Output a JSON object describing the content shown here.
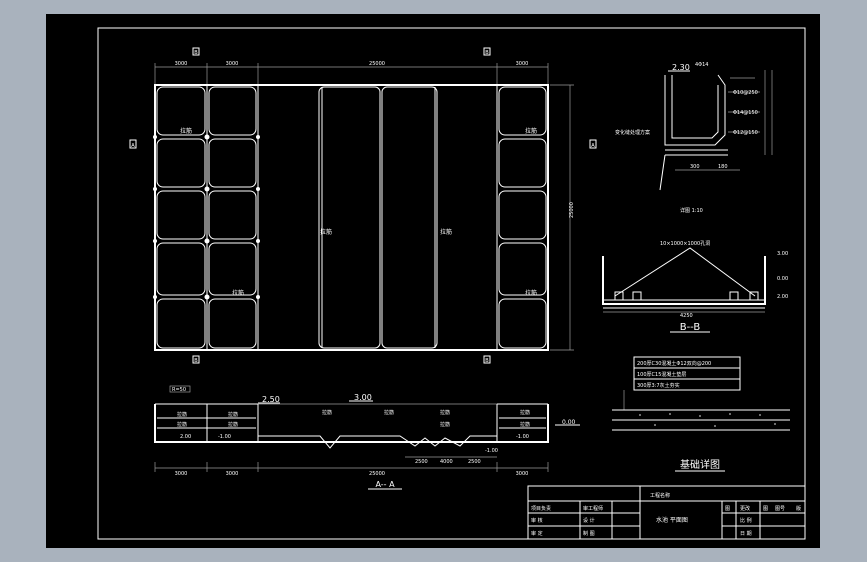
{
  "plan": {
    "dims_top": [
      "3000",
      "3000",
      "25000",
      "3000"
    ],
    "dim_right": "25000",
    "section_marks": [
      "B",
      "B",
      "B",
      "B",
      "A",
      "A"
    ],
    "labels": {
      "bend_tl": "拉筋",
      "bend_tr": "拉筋",
      "center_l": "拉筋",
      "center_r": "拉筋",
      "bend_ml": "拉筋",
      "bend_br": "拉筋"
    }
  },
  "section_aa": {
    "title": "A-- A",
    "elev_left": "2.50",
    "elev_top": "3.00",
    "elev_right": "0.00",
    "elev_low": "-1.00",
    "elev_low2": "2.00",
    "elev_pit": "-1.00",
    "tag": "R=50",
    "dims_bottom": [
      "3000",
      "3000",
      "25000",
      "3000"
    ],
    "pit_dims": [
      "2500",
      "4000",
      "2500"
    ],
    "labels": [
      "拉筋",
      "拉筋",
      "拉筋",
      "拉筋",
      "拉筋",
      "拉筋",
      "拉筋",
      "拉筋",
      "拉筋",
      "拉筋"
    ]
  },
  "detail": {
    "elev": "2.30",
    "callouts": [
      "Φ10@250",
      "Φ14@150",
      "Φ12@150"
    ],
    "note_left": "变化缝处理方案",
    "dims": [
      "300",
      "180"
    ],
    "scale": "详图 1:10",
    "top_tag": "4Φ14"
  },
  "section_bb": {
    "title": "B--B",
    "note": "10×1000×1000孔洞",
    "elevs": [
      "3.00",
      "0.00",
      "2.00"
    ],
    "dim": "4250"
  },
  "foundation": {
    "title": "基础详图",
    "layers": [
      "200厚C30混凝土Φ12双向@200",
      "100厚C15混凝土垫层",
      "300厚3:7灰土夯实"
    ]
  },
  "title_block": {
    "company": "工程名称",
    "drawing_title": "水池 平面图",
    "left_rows": [
      [
        "项目负责",
        "审工程师"
      ],
      [
        "审    核",
        "设    计"
      ],
      [
        "审    定",
        "制    图"
      ]
    ],
    "right_rows": [
      [
        "图",
        "更改",
        "图",
        "图号",
        "版"
      ],
      [
        "比  例",
        ""
      ],
      [
        "日  期",
        ""
      ]
    ]
  }
}
